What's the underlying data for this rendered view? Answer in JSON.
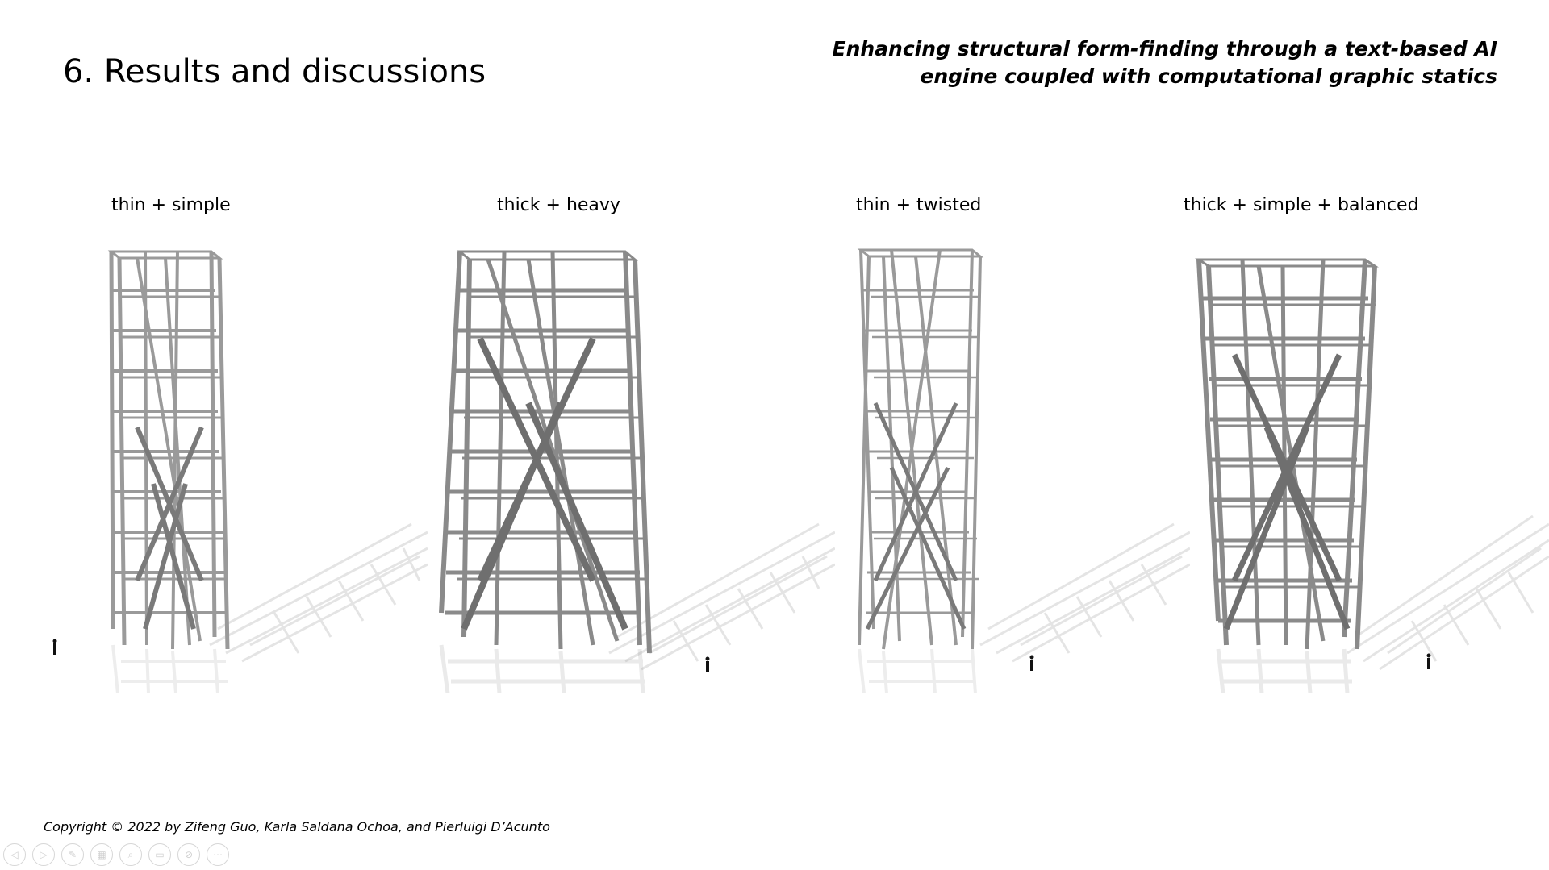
{
  "slide": {
    "title": "6. Results and discussions",
    "paper_title_line1": "Enhancing structural form-finding through a text-based AI",
    "paper_title_line2": "engine coupled with computational graphic statics",
    "captions": [
      "thin + simple",
      "thick + heavy",
      "thin + twisted",
      "thick + simple + balanced"
    ],
    "copyright": "Copyright © 2022 by Zifeng Guo, Karla Saldana Ochoa, and Pierluigi D’Acunto"
  },
  "towers": [
    {
      "name": "thin-simple-tower",
      "stroke": "#9a9a9a"
    },
    {
      "name": "thick-heavy-tower",
      "stroke": "#8a8a8a"
    },
    {
      "name": "thin-twisted-tower",
      "stroke": "#9a9a9a"
    },
    {
      "name": "thick-simple-balanced-tower",
      "stroke": "#8a8a8a"
    }
  ],
  "nav": {
    "buttons": [
      {
        "name": "previous-slide-icon",
        "glyph": "◁"
      },
      {
        "name": "next-slide-icon",
        "glyph": "▷"
      },
      {
        "name": "pen-icon",
        "glyph": "✎"
      },
      {
        "name": "see-all-slides-icon",
        "glyph": "▦"
      },
      {
        "name": "zoom-icon",
        "glyph": "⌕"
      },
      {
        "name": "subtitles-icon",
        "glyph": "▭"
      },
      {
        "name": "camera-off-icon",
        "glyph": "⊘"
      },
      {
        "name": "more-options-icon",
        "glyph": "⋯"
      }
    ]
  }
}
